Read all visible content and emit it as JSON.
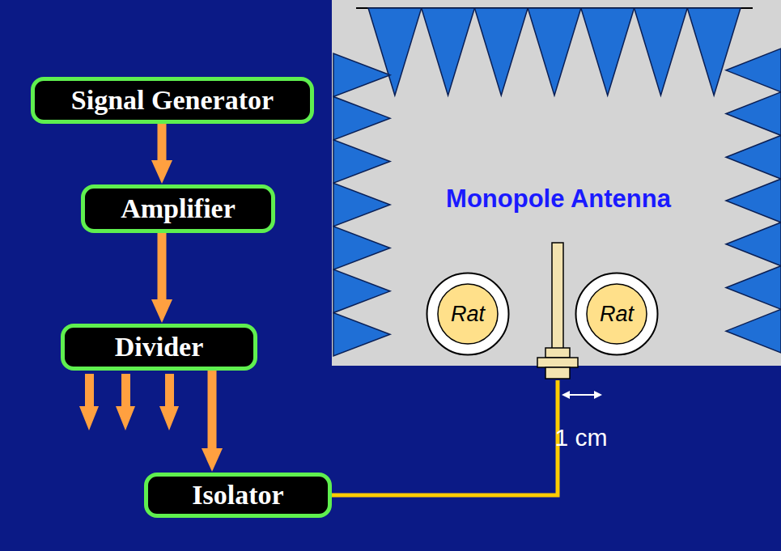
{
  "diagram": {
    "nodes": [
      {
        "text": [
          "Signal Generator"
        ]
      },
      {
        "text": [
          "Amplifier"
        ]
      },
      {
        "text": [
          "Divider"
        ]
      },
      {
        "text": [
          "Isolator"
        ]
      },
      {
        "text": [
          "Rat"
        ]
      },
      {
        "text": [
          "Rat"
        ]
      }
    ],
    "edges": [
      {
        "from": 0,
        "to": 1,
        "arrow": "to"
      },
      {
        "from": 1,
        "to": 2,
        "arrow": "to"
      },
      {
        "from": 2,
        "to": 3,
        "arrow": "to"
      }
    ],
    "labels": [
      "Monopole Antenna",
      "1 cm"
    ]
  }
}
